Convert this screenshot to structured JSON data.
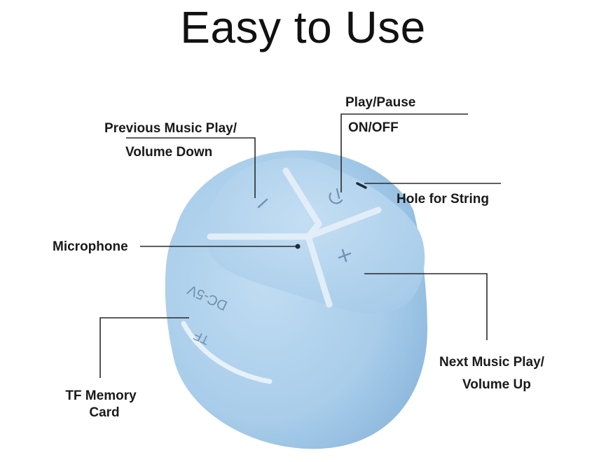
{
  "title": "Easy to Use",
  "labels": {
    "play_pause": "Play/Pause",
    "on_off": "ON/OFF",
    "previous_line1": "Previous  Music Play/",
    "previous_line2": "Volume Down",
    "hole": "Hole for String",
    "microphone": "Microphone",
    "next_line1": "Next Music Play/",
    "next_line2": "Volume Up",
    "tf_line1": "TF Memory",
    "tf_line2": "Card"
  },
  "body_print": {
    "dc": "DC-5V",
    "tf": "TF"
  },
  "icons": {
    "minus": "−",
    "plus": "+"
  },
  "colors": {
    "speaker_body": "#a9cdea",
    "speaker_shade": "#8fbadf",
    "top_face": "#b7d7f0",
    "groove": "#dbe9f5",
    "text": "#1a1a1a",
    "line": "#2a2a2a"
  }
}
